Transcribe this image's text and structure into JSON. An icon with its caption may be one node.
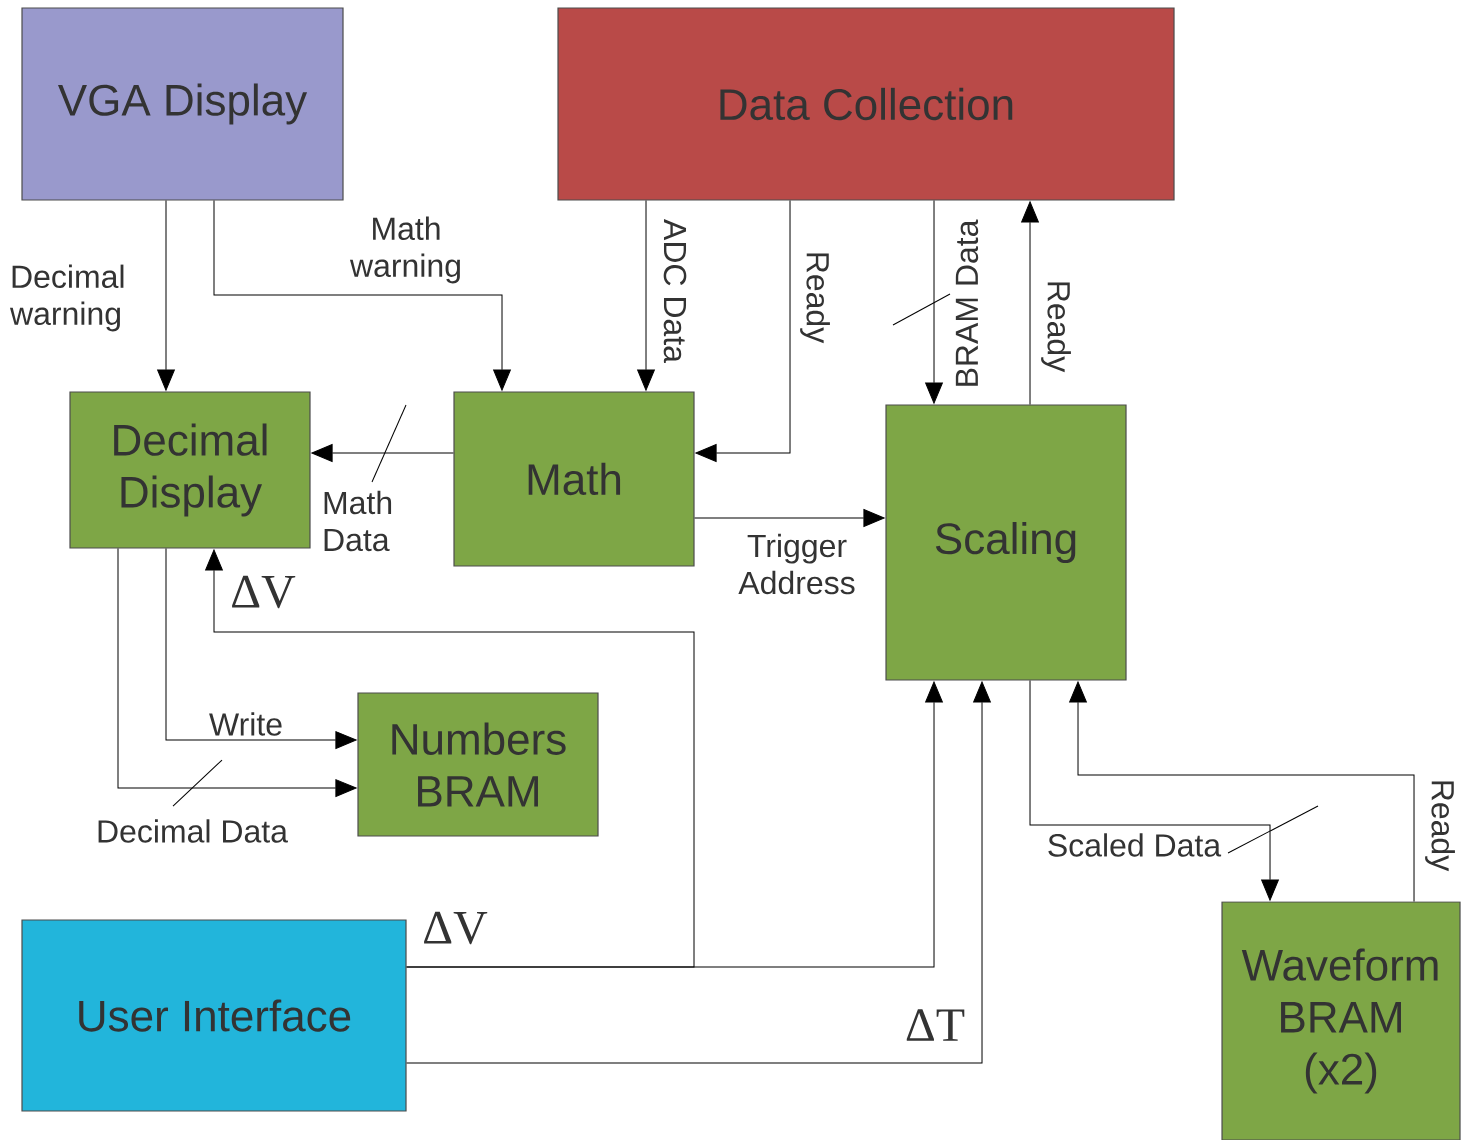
{
  "diagram": {
    "nodes": [
      {
        "text": [
          "VGA Display"
        ]
      },
      {
        "text": [
          "Data Collection"
        ]
      },
      {
        "text": [
          "Decimal Display"
        ]
      },
      {
        "text": [
          "Math"
        ]
      },
      {
        "text": [
          "Scaling"
        ]
      },
      {
        "text": [
          "Numbers BRAM"
        ]
      },
      {
        "text": [
          "User Interface"
        ]
      },
      {
        "text": [
          "Waveform BRAM (x2)"
        ]
      }
    ],
    "edges": [
      {
        "from": 0,
        "to": 2,
        "arrow": "to",
        "label": "Decimal warning"
      },
      {
        "from": 0,
        "to": 3,
        "arrow": "to",
        "label": "Math warning"
      },
      {
        "from": 1,
        "to": 3,
        "arrow": "to",
        "label": "ADC Data"
      },
      {
        "from": 1,
        "to": 3,
        "arrow": "to",
        "label": "Ready"
      },
      {
        "from": 1,
        "to": 4,
        "arrow": "to",
        "label": "BRAM Data"
      },
      {
        "from": 4,
        "to": 1,
        "arrow": "to",
        "label": "Ready"
      },
      {
        "from": 3,
        "to": 2,
        "arrow": "to",
        "label": "Math Data"
      },
      {
        "from": 3,
        "to": 4,
        "arrow": "to",
        "label": "Trigger Address"
      },
      {
        "from": 2,
        "to": 5,
        "arrow": "to",
        "label": "Write"
      },
      {
        "from": 2,
        "to": 5,
        "arrow": "to",
        "label": "Decimal Data"
      },
      {
        "from": 6,
        "to": 2,
        "arrow": "to",
        "label": "ΔV"
      },
      {
        "from": 6,
        "to": 4,
        "arrow": "to",
        "label": "ΔV"
      },
      {
        "from": 6,
        "to": 4,
        "arrow": "to",
        "label": "ΔT"
      },
      {
        "from": 4,
        "to": 7,
        "arrow": "to",
        "label": "Scaled Data"
      },
      {
        "from": 7,
        "to": 4,
        "arrow": "to",
        "label": "Ready"
      }
    ]
  }
}
